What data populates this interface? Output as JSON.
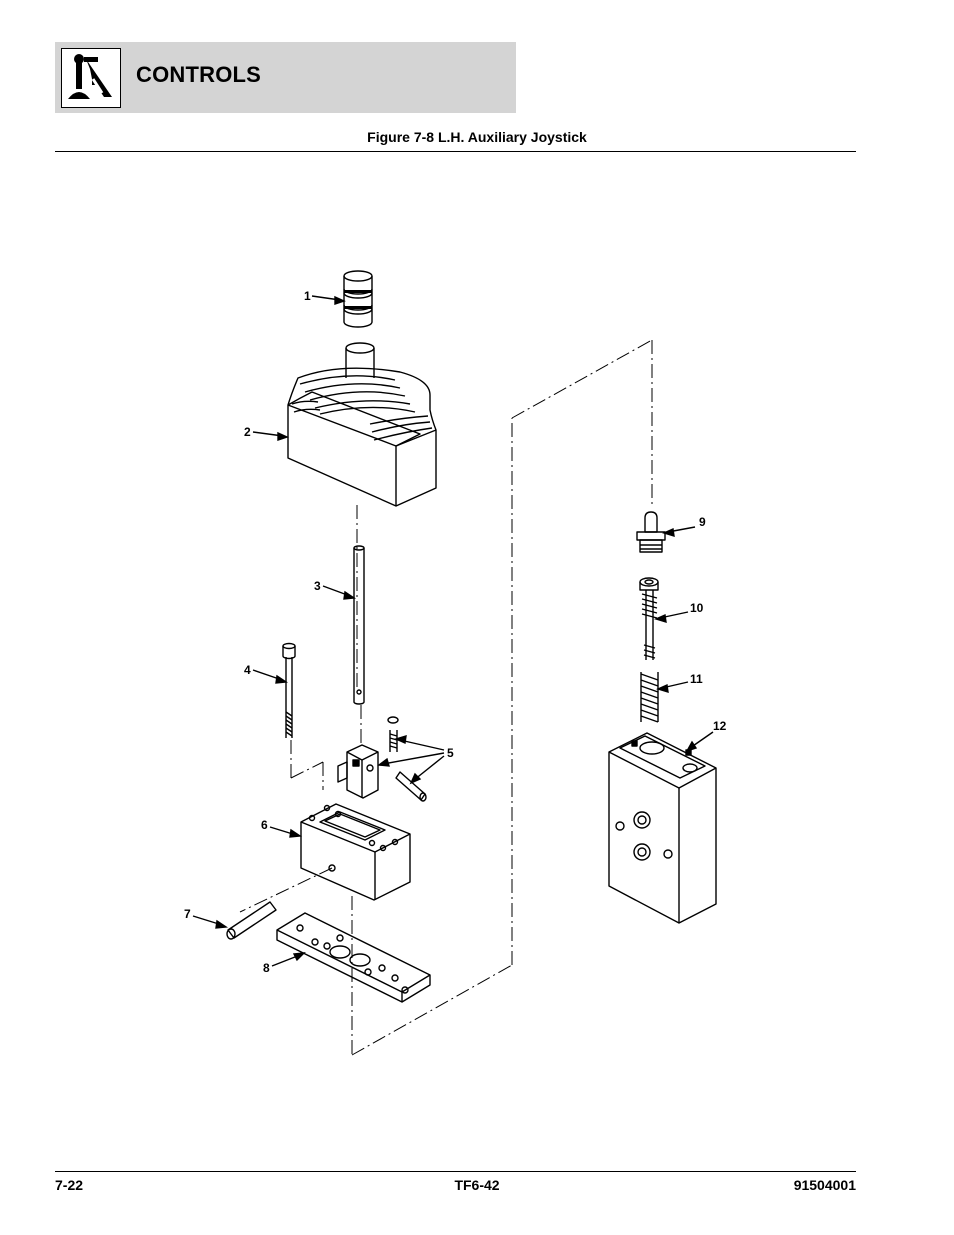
{
  "header": {
    "section_title": "CONTROLS",
    "logo_icon": "joystick-control-icon"
  },
  "figure": {
    "title": "Figure 7-8 L.H. Auxiliary Joystick",
    "callouts": [
      "1",
      "2",
      "3",
      "4",
      "5",
      "6",
      "7",
      "8",
      "9",
      "10",
      "11",
      "12"
    ]
  },
  "footer": {
    "page_number": "7-22",
    "model": "TF6-42",
    "doc_number": "91504001"
  }
}
